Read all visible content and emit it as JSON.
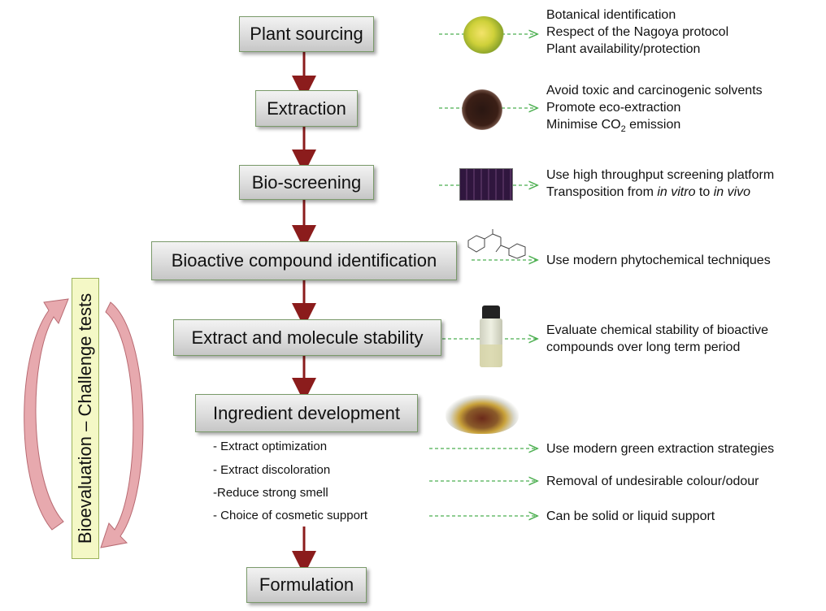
{
  "steps": [
    {
      "label": "Plant sourcing"
    },
    {
      "label": "Extraction"
    },
    {
      "label": "Bio-screening"
    },
    {
      "label": "Bioactive compound identification"
    },
    {
      "label": "Extract and molecule stability"
    },
    {
      "label": "Ingredient development"
    },
    {
      "label": "Formulation"
    }
  ],
  "notes": {
    "plant": [
      "Botanical identification",
      "Respect of the Nagoya protocol",
      "Plant availability/protection"
    ],
    "extraction": [
      "Avoid toxic and carcinogenic solvents",
      "Promote eco-extraction"
    ],
    "co2": {
      "pre": "Minimise CO",
      "sub": "2",
      "post": " emission"
    },
    "screening1": "Use high throughput screening platform",
    "screening2": {
      "a": "Transposition from ",
      "b": "in vitro",
      "c": " to ",
      "d": "in vivo"
    },
    "identification": "Use modern phytochemical techniques",
    "stability": [
      "Evaluate chemical stability of bioactive",
      "compounds over long term period"
    ],
    "development": [
      "Use modern green extraction strategies",
      "Removal of undesirable colour/odour",
      "Can be solid or liquid support"
    ]
  },
  "substeps": [
    "- Extract optimization",
    "- Extract discoloration",
    "-Reduce strong smell",
    "- Choice of cosmetic support"
  ],
  "side_label": "Bioevaluation – Challenge tests",
  "colors": {
    "main_arrow": "#8b1c1c",
    "dashed_arrow": "#4caf50",
    "cycle_arrow": "#e7a9ae",
    "side_box": "#f4f8c6"
  }
}
